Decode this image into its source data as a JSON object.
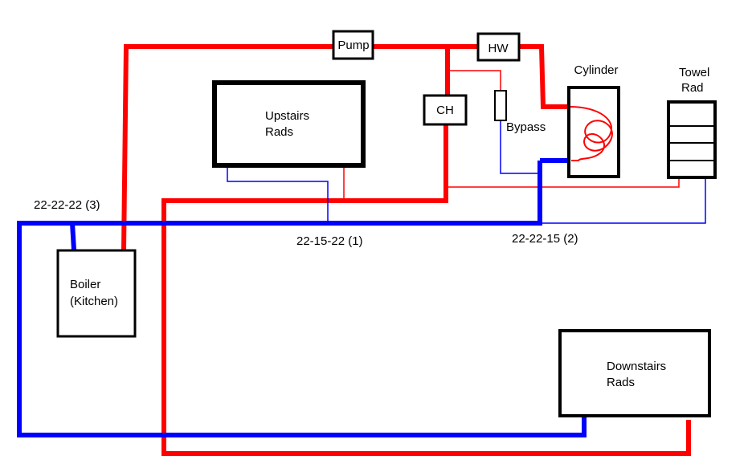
{
  "colors": {
    "flow": "#ff0000",
    "return": "#0000ff",
    "outline": "#000000",
    "background": "#ffffff"
  },
  "components": {
    "pump": "Pump",
    "hw": "HW",
    "ch": "CH",
    "bypass": "Bypass",
    "cylinder": "Cylinder",
    "towel_rad": [
      "Towel",
      "Rad"
    ],
    "upstairs_rads": [
      "Upstairs",
      "Rads"
    ],
    "boiler": [
      "Boiler",
      "(Kitchen)"
    ],
    "downstairs_rads": [
      "Downstairs",
      "Rads"
    ]
  },
  "junctions": {
    "j3": "22-22-22 (3)",
    "j1": "22-15-22 (1)",
    "j2": "22-22-15 (2)"
  }
}
